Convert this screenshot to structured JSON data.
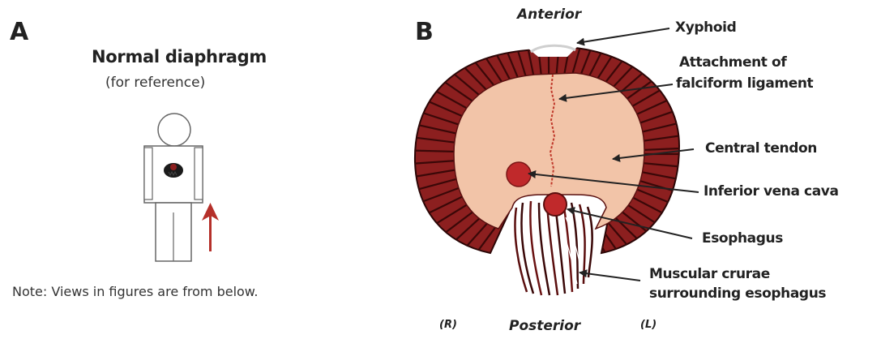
{
  "panel_a": {
    "letter": "A",
    "title": "Normal diaphragm",
    "subtitle": "(for reference)",
    "note": "Note: Views in figures are from below."
  },
  "panel_b": {
    "letter": "B",
    "orientation": {
      "top": "Anterior",
      "bottom": "Posterior",
      "right_side": "(R)",
      "left_side": "(L)"
    },
    "labels": {
      "xyphoid": "Xyphoid",
      "falciform_line1": "Attachment of",
      "falciform_line2": "falciform ligament",
      "central_tendon": "Central tendon",
      "ivc": "Inferior vena cava",
      "esophagus": "Esophagus",
      "crurae_line1": "Muscular crurae",
      "crurae_line2": "surrounding esophagus"
    }
  },
  "colors": {
    "muscle": "#8c1f1f",
    "muscle_stripe": "#3a0808",
    "tendon": "#f2c4a8",
    "ivc": "#c0292b",
    "arrow_red": "#b5302a",
    "outline": "#222222"
  }
}
